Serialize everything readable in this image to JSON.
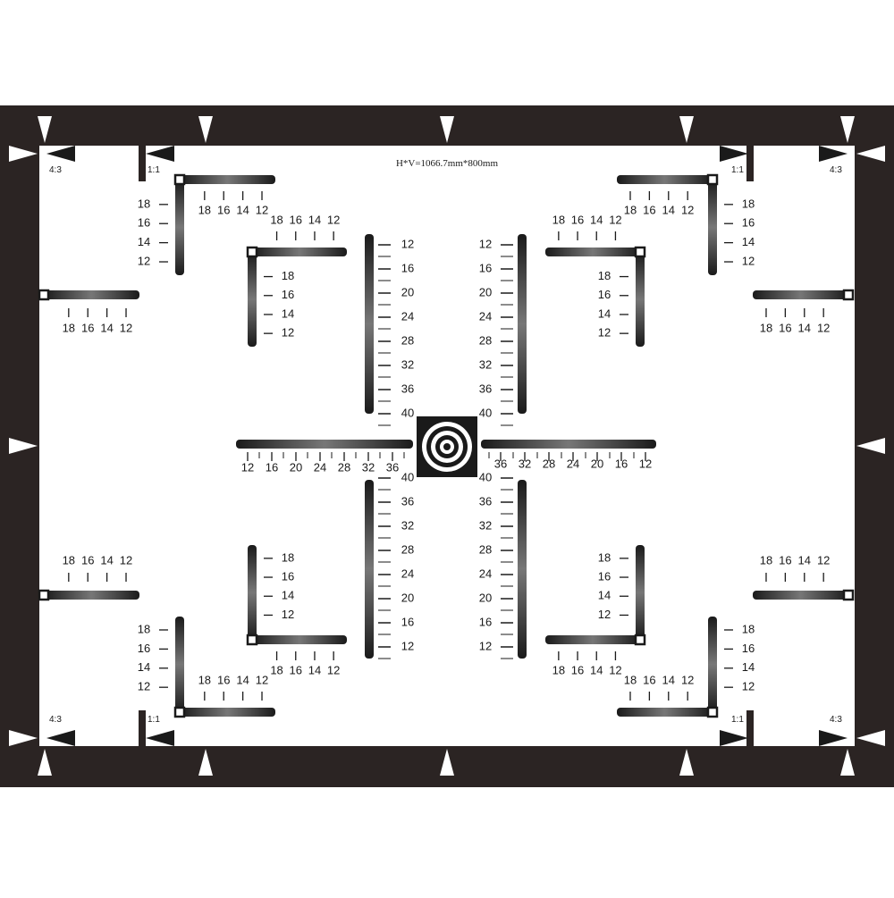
{
  "chart": {
    "header": "H*V=1066.7mm*800mm",
    "ratio_wide": "4:3",
    "ratio_square": "1:1",
    "colors": {
      "frame": "#2b2423",
      "paper": "#ffffff",
      "ink": "#1a1a1a"
    }
  },
  "wedges": {
    "small": [
      "18",
      "16",
      "14",
      "12"
    ],
    "large": [
      "12",
      "16",
      "20",
      "24",
      "28",
      "32",
      "36",
      "40"
    ]
  },
  "icons": {
    "center": "concentric-ring-target-icon",
    "markers": "triangle-arrow-icon",
    "corners": "square-marker-icon"
  }
}
